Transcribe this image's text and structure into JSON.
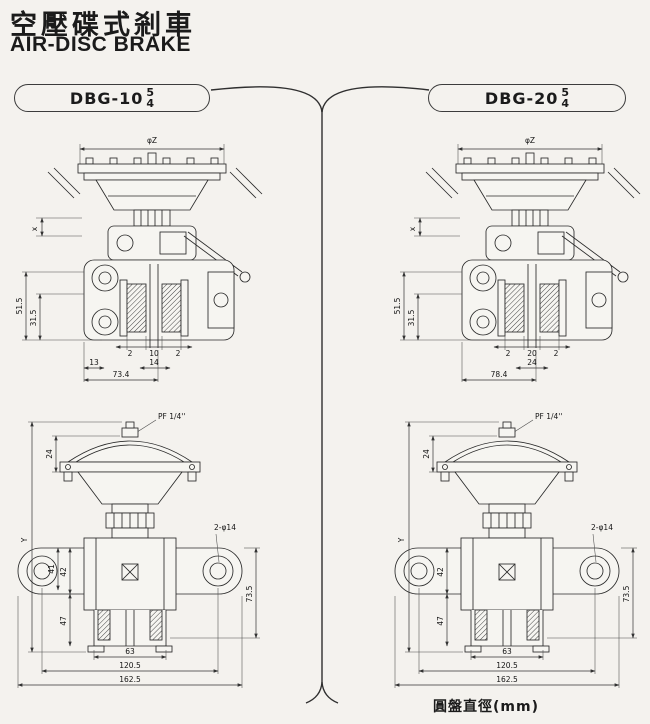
{
  "page": {
    "title_zh": "空壓碟式剎車",
    "title_en": "AIR-DISC BRAKE",
    "footer_note": "圓盤直徑(mm)"
  },
  "colors": {
    "paper": "#f4f2ee",
    "ink": "#2a2a2a"
  },
  "models": [
    {
      "tab": {
        "name": "DBG-10",
        "sup": "5",
        "sub": "4"
      },
      "side_view": {
        "phi_z": "φZ",
        "x_dim": "x",
        "v51": "51.5",
        "v31": "31.5",
        "pad_left": "2",
        "pad_mid": "10",
        "pad_right": "2",
        "off1": "13",
        "off2": "14",
        "overall": "73.4"
      },
      "front_view": {
        "port": "PF 1/4''",
        "d24": "24",
        "dy": "Y",
        "d41": "41",
        "d42": "42",
        "d47": "47",
        "d73": "73.5",
        "holes": "2-φ14",
        "b63": "63",
        "b120": "120.5",
        "b162": "162.5"
      }
    },
    {
      "tab": {
        "name": "DBG-20",
        "sup": "5",
        "sub": "4"
      },
      "side_view": {
        "phi_z": "φZ",
        "x_dim": "x",
        "v51": "51.5",
        "v31": "31.5",
        "pad_left": "2",
        "pad_mid": "20",
        "pad_right": "2",
        "off1": "24",
        "overall": "78.4"
      },
      "front_view": {
        "port": "PF 1/4''",
        "d24": "24",
        "dy": "Y",
        "d42": "42",
        "d47": "47",
        "d73": "73.5",
        "holes": "2-φ14",
        "b63": "63",
        "b120": "120.5",
        "b162": "162.5"
      }
    }
  ]
}
